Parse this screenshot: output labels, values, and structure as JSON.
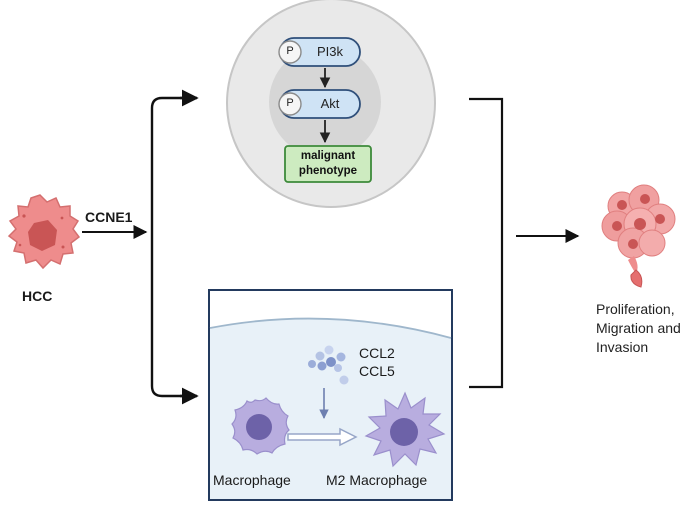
{
  "source_label": "HCC",
  "gene_label": "CCNE1",
  "pathway": {
    "phospho_symbol": "P",
    "kinase_1": "PI3k",
    "kinase_2": "Akt",
    "result_line_1": "malignant",
    "result_line_2": "phenotype"
  },
  "immune": {
    "chemokine_1": "CCL2",
    "chemokine_2": "CCL5",
    "cell_start": "Macrophage",
    "cell_end": "M2 Macrophage"
  },
  "outcome": {
    "line_1": "Proliferation,",
    "line_2": "Migration and",
    "line_3": "Invasion"
  },
  "colors": {
    "hcc_cell": "#ee8c8c",
    "hcc_nucleus": "#c95555",
    "macrophage": "#b8addf",
    "macrophage_nucleus": "#6d62a8",
    "pill_fill": "#cfe3f5",
    "pill_stroke": "#2f4f7a",
    "phenotype_fill": "#cdebc0",
    "phenotype_stroke": "#3d8a3a",
    "panel_border": "#233a5e",
    "panel_fill": "#e8f1f8"
  }
}
